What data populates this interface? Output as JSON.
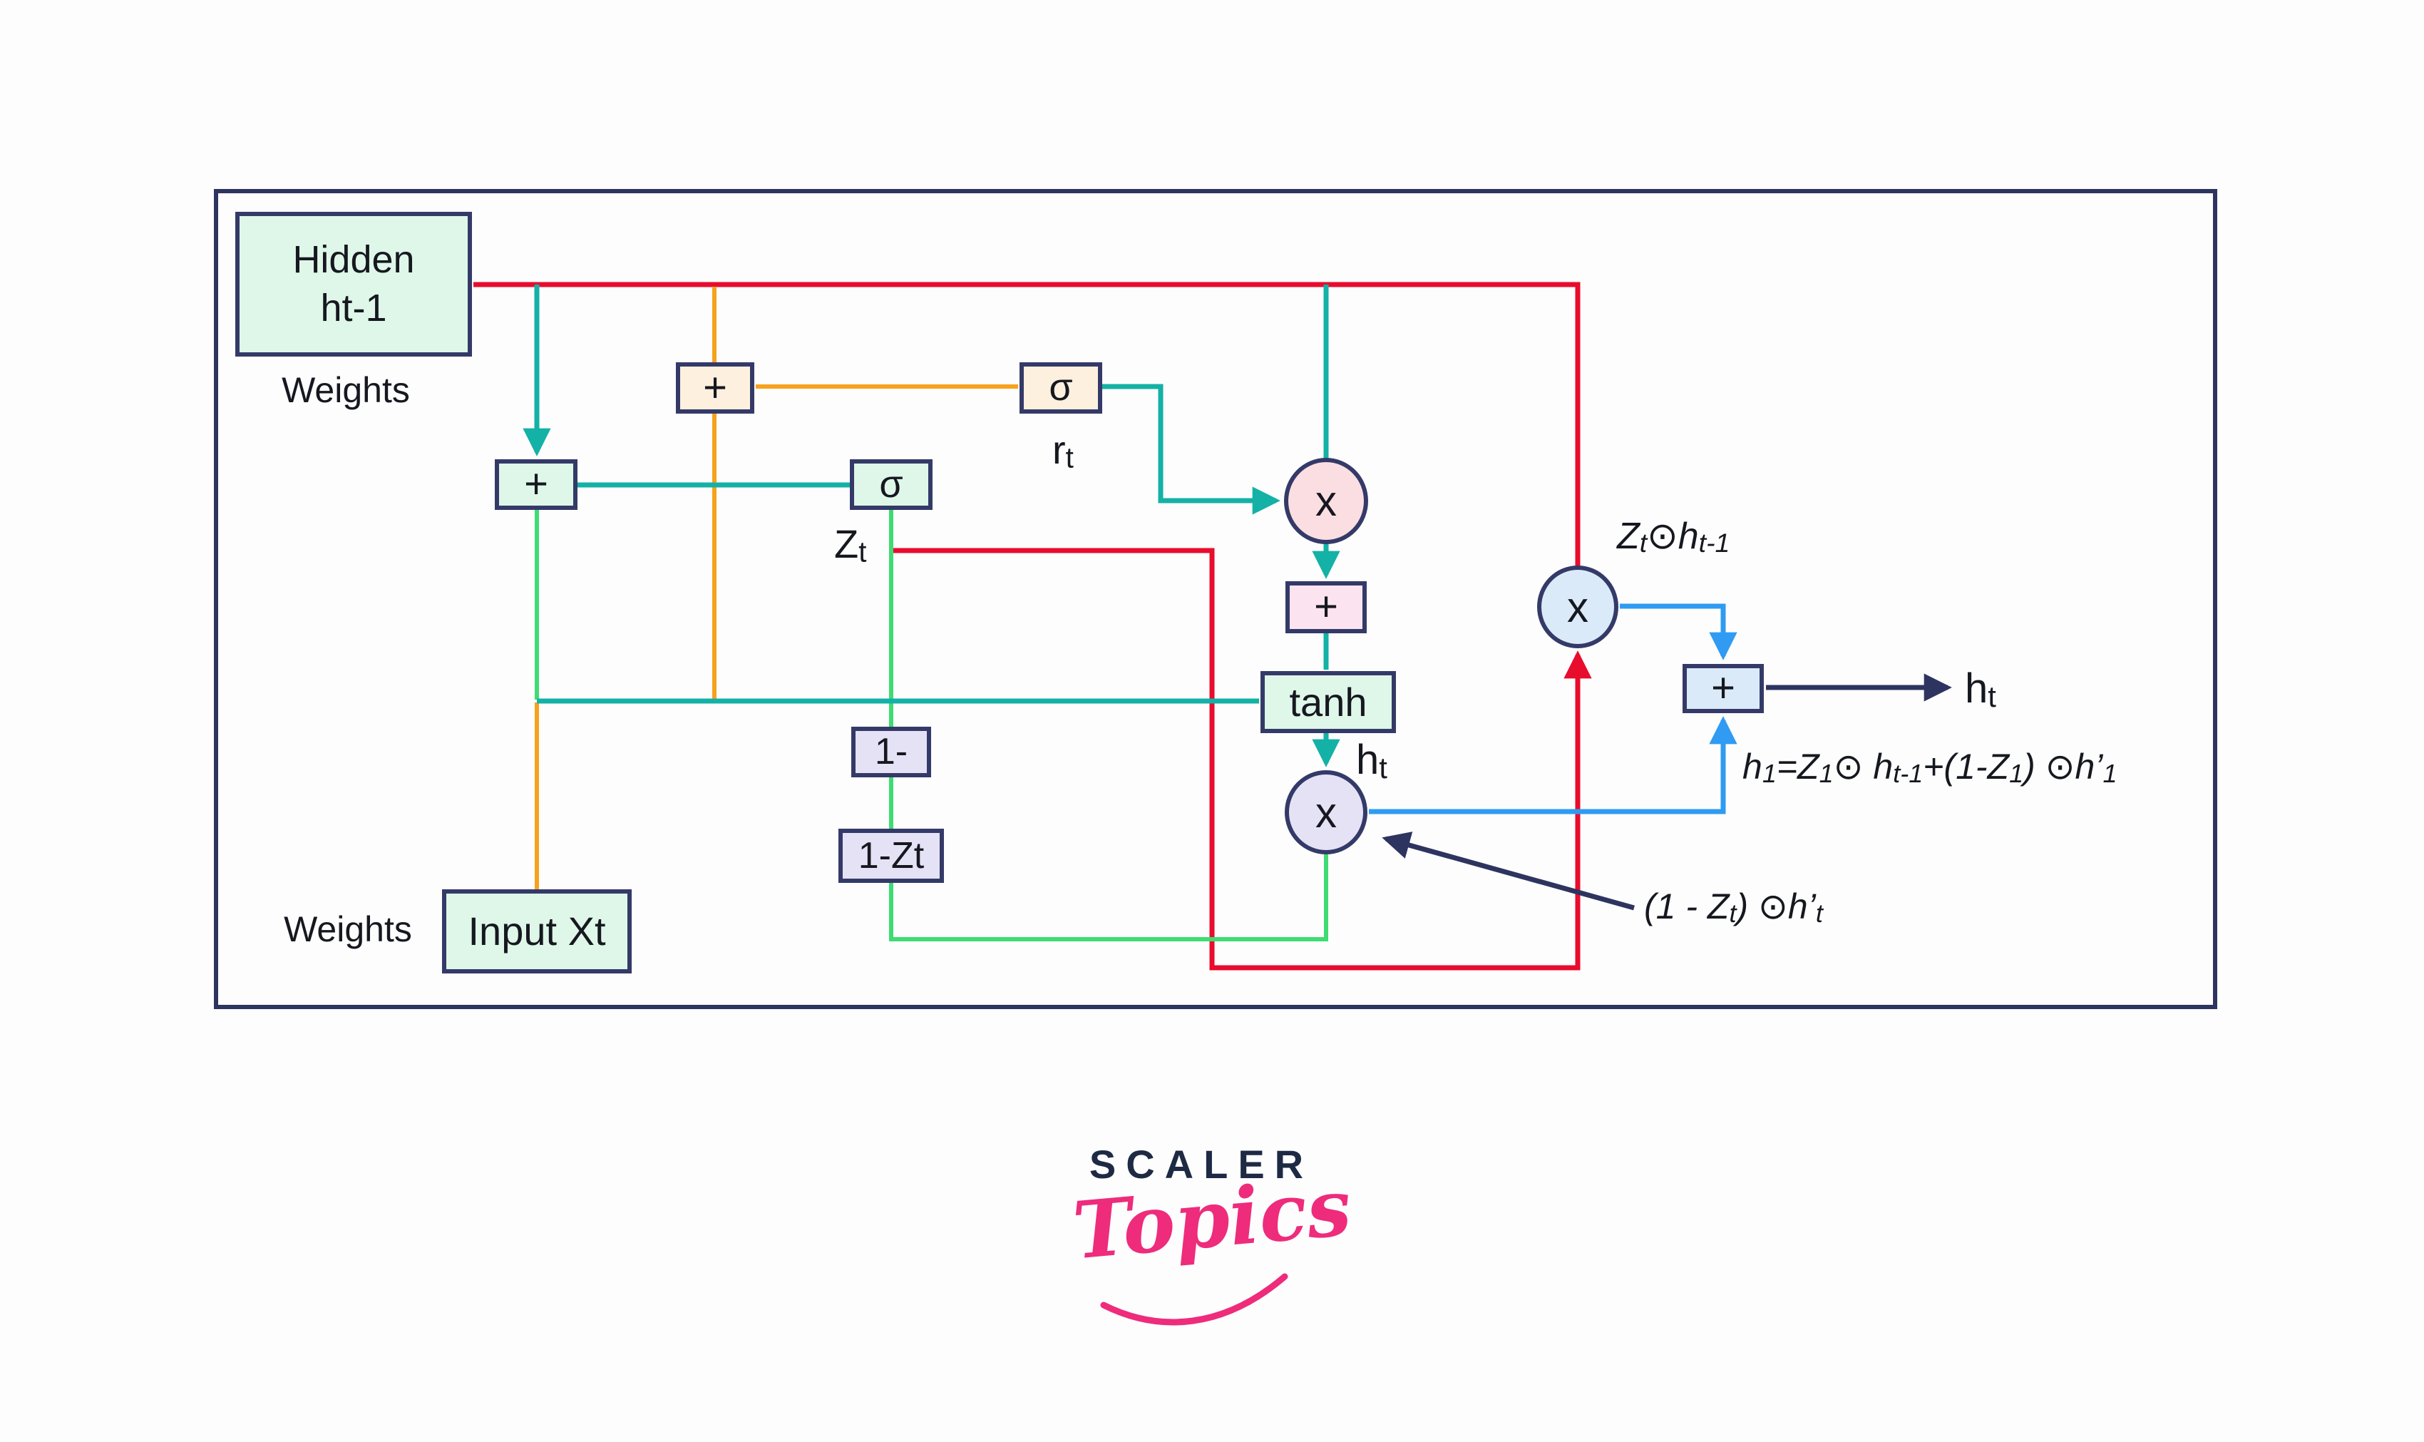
{
  "palette": {
    "frame_navy": "#2e3460",
    "node_border_navy": "#343a68",
    "text_ink": "#16181f",
    "line_red": "#e80c2d",
    "line_teal": "#14b1a6",
    "line_orange": "#f6a21d",
    "line_green": "#3edc72",
    "line_blue": "#2f9bf2",
    "fill_mint": "#def7e9",
    "fill_cream": "#fdf0de",
    "fill_pink_circle": "#fbdee2",
    "fill_pink_box": "#fbe4f0",
    "fill_lavender": "#e5e2f6",
    "fill_sky_blue": "#daeaf8",
    "logo_navy": "#1e2a44",
    "logo_pink": "#ee2c7b",
    "background": "#fdfdfe"
  },
  "diagram": {
    "hidden_box": {
      "line1": "Hidden",
      "line2": "ht-1"
    },
    "weights_top": "Weights",
    "weights_bottom": "Weights",
    "input_label": "Input Xt",
    "nodes": {
      "add_hidden": "+",
      "sigma_r": "σ",
      "add_z": "+",
      "sigma_z": "σ",
      "mul_r": "x",
      "add_h": "+",
      "tanh": "tanh",
      "mul_h": "x",
      "one_minus": "1-",
      "one_minus_zt": "1-Zt",
      "mul_z": "x",
      "add_out": "+"
    },
    "labels": {
      "rt": {
        "base": "r",
        "sub": "t"
      },
      "zt": {
        "base": "Z",
        "sub": "t"
      },
      "ht_mid": {
        "base": "h",
        "sub": "t"
      },
      "ht_out": {
        "base": "h",
        "sub": "t"
      },
      "zt_odot": {
        "b0": "Z",
        "s0": "t",
        "b1": "⊙",
        "b2": "h",
        "s2": "t-1"
      },
      "formula": {
        "b0": "h",
        "s0": "1",
        "b1": "=Z",
        "s1": "1",
        "b2": "⊙ h",
        "s2": "t-1",
        "b3": "+(1-Z",
        "s3": "1",
        "b4": ") ⊙h’",
        "s4": "1"
      },
      "residual": {
        "b0": "(1 - Z",
        "s0": "t",
        "b1": ") ⊙h’",
        "s1": "t"
      }
    }
  },
  "logo": {
    "brand": "SCALER",
    "sub": "Topics"
  }
}
